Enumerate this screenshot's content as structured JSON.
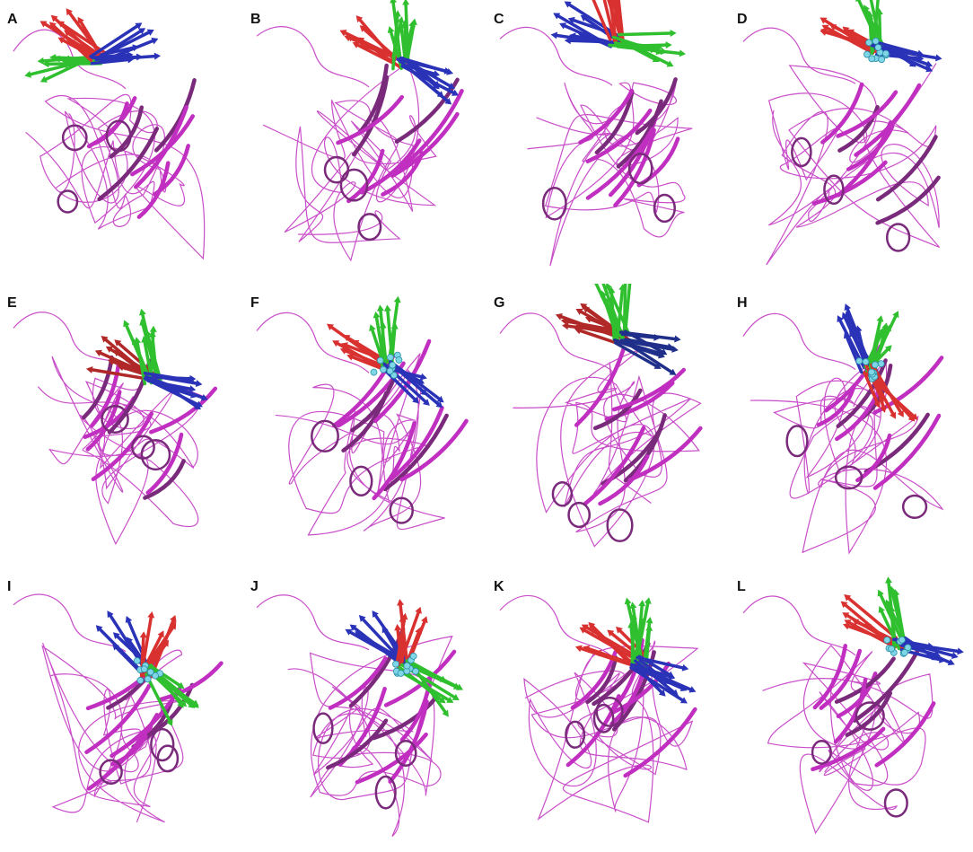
{
  "figure": {
    "panels": [
      {
        "label": "A",
        "arrow_colors": [
          "#2fbf2f",
          "#d93030",
          "#2a33b8"
        ],
        "marker": "none"
      },
      {
        "label": "B",
        "arrow_colors": [
          "#d93030",
          "#2fbf2f",
          "#2a33b8"
        ],
        "marker": "none"
      },
      {
        "label": "C",
        "arrow_colors": [
          "#2a33b8",
          "#d93030",
          "#2fbf2f"
        ],
        "marker": "none"
      },
      {
        "label": "D",
        "arrow_colors": [
          "#d93030",
          "#2fbf2f",
          "#2a33b8"
        ],
        "marker": "spheres"
      },
      {
        "label": "E",
        "arrow_colors": [
          "#b02828",
          "#2fbf2f",
          "#2a33b8"
        ],
        "marker": "none"
      },
      {
        "label": "F",
        "arrow_colors": [
          "#d93030",
          "#2fbf2f",
          "#2a33b8"
        ],
        "marker": "spheres"
      },
      {
        "label": "G",
        "arrow_colors": [
          "#b02828",
          "#2fbf2f",
          "#1f2f8a"
        ],
        "marker": "none"
      },
      {
        "label": "H",
        "arrow_colors": [
          "#2a33b8",
          "#2fbf2f",
          "#d93030"
        ],
        "marker": "spheres"
      },
      {
        "label": "I",
        "arrow_colors": [
          "#2a33b8",
          "#d93030",
          "#2fbf2f"
        ],
        "marker": "spheres"
      },
      {
        "label": "J",
        "arrow_colors": [
          "#2a33b8",
          "#d93030",
          "#2fbf2f"
        ],
        "marker": "spheres"
      },
      {
        "label": "K",
        "arrow_colors": [
          "#d93030",
          "#2fbf2f",
          "#2a33b8"
        ],
        "marker": "none"
      },
      {
        "label": "L",
        "arrow_colors": [
          "#d93030",
          "#2fbf2f",
          "#2a33b8"
        ],
        "marker": "spheres"
      }
    ],
    "ribbon_color": "#c02fc0",
    "ribbon_dark_color": "#7a2a7a",
    "marker_color": "#7fd6e6"
  }
}
